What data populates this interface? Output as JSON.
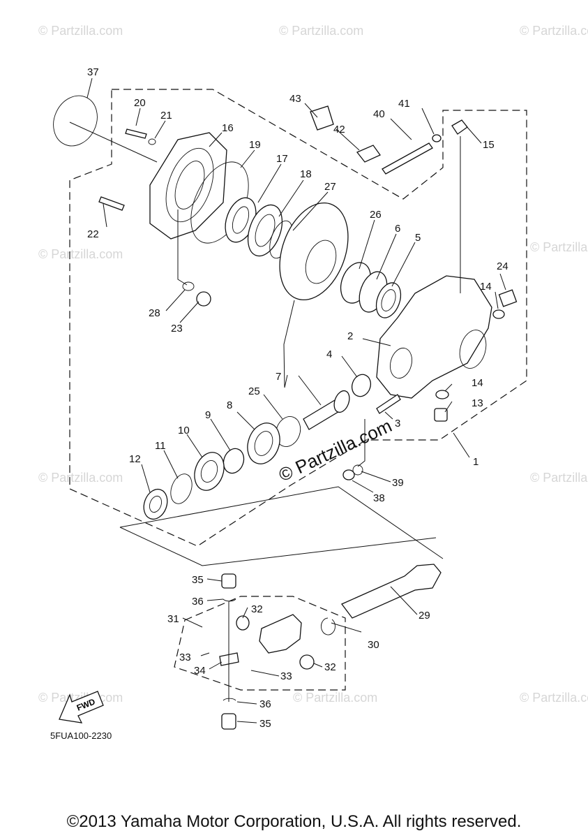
{
  "watermarks": [
    "© Partzilla.com"
  ],
  "diagram_code": "5FUA100-2230",
  "fwd_label": "FWD",
  "copyright": "©2013 Yamaha Motor Corporation, U.S.A. All rights reserved.",
  "callouts": {
    "p1": "1",
    "p2": "2",
    "p3": "3",
    "p4": "4",
    "p5": "5",
    "p6": "6",
    "p7": "7",
    "p8": "8",
    "p9": "9",
    "p10": "10",
    "p11": "11",
    "p12": "12",
    "p13": "13",
    "p14a": "14",
    "p14b": "14",
    "p15": "15",
    "p16": "16",
    "p17": "17",
    "p18": "18",
    "p19": "19",
    "p20": "20",
    "p21": "21",
    "p22": "22",
    "p23": "23",
    "p24": "24",
    "p25": "25",
    "p26": "26",
    "p27": "27",
    "p28": "28",
    "p29": "29",
    "p30": "30",
    "p31": "31",
    "p32a": "32",
    "p32b": "32",
    "p33a": "33",
    "p33b": "33",
    "p34": "34",
    "p35a": "35",
    "p35b": "35",
    "p36a": "36",
    "p36b": "36",
    "p37": "37",
    "p38": "38",
    "p39": "39",
    "p40": "40",
    "p41": "41",
    "p42": "42",
    "p43": "43"
  }
}
